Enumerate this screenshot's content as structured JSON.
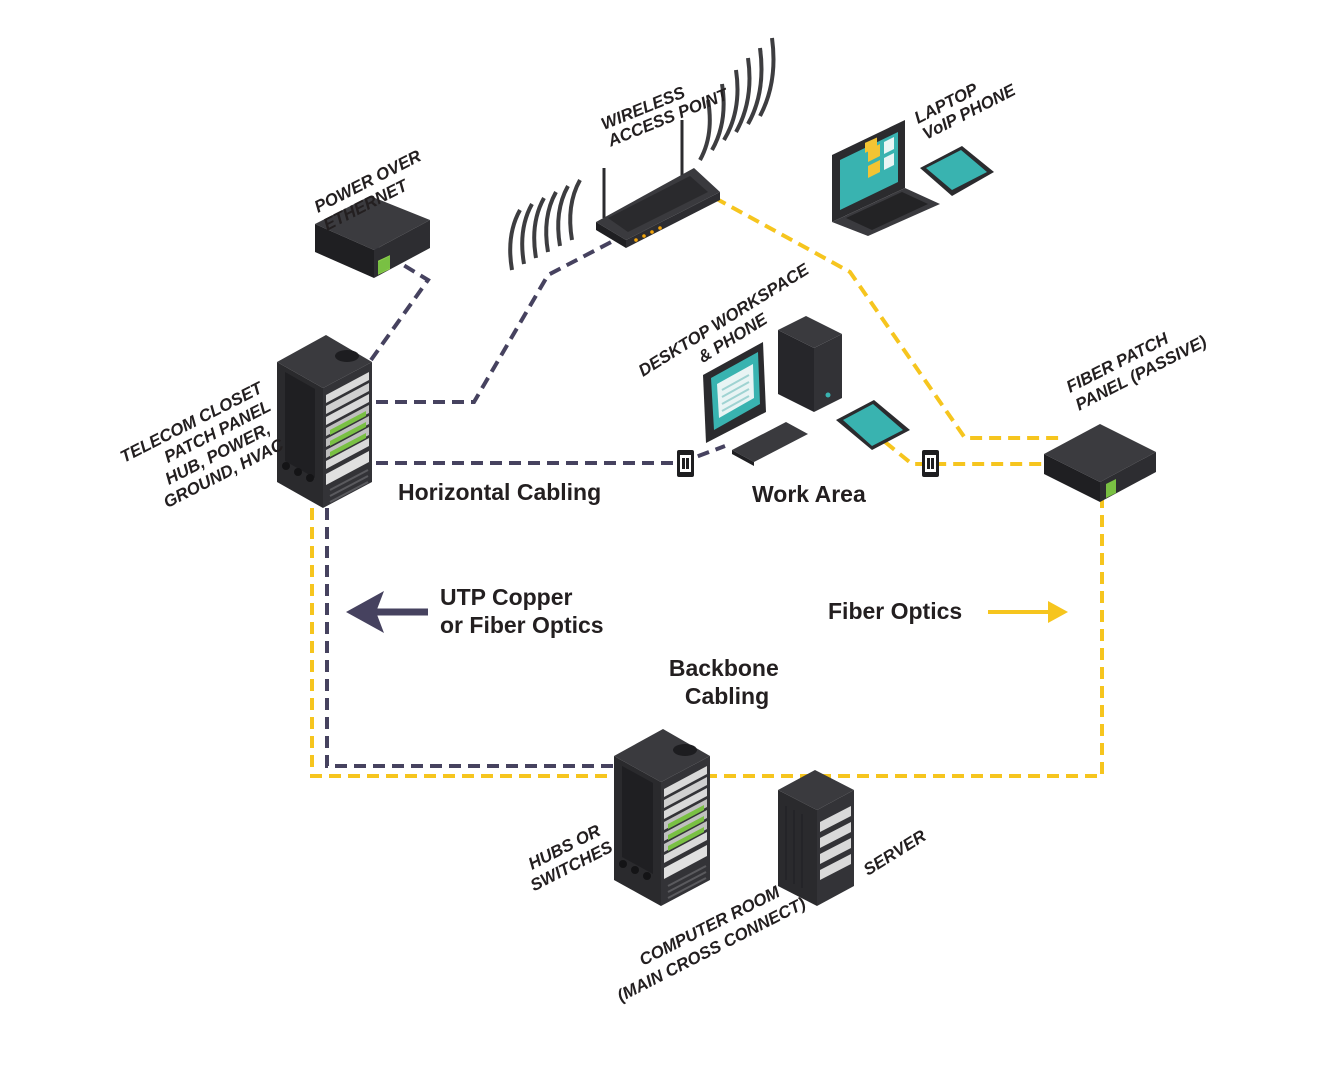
{
  "labels": {
    "poe": [
      "POWER OVER",
      "ETHERNET"
    ],
    "wap": [
      "WIRELESS",
      "ACCESS POINT"
    ],
    "laptop": [
      "LAPTOP",
      "VoIP PHONE"
    ],
    "desktop": [
      "DESKTOP WORKSPACE",
      "& PHONE"
    ],
    "fiber_panel": [
      "FIBER PATCH",
      "PANEL (PASSIVE)"
    ],
    "telecom": [
      "TELECOM CLOSET",
      "PATCH PANEL",
      "HUB, POWER,",
      "GROUND, HVAC"
    ],
    "hubs": [
      "HUBS OR",
      "SWITCHES"
    ],
    "server": "SERVER",
    "computer_room": [
      "COMPUTER ROOM",
      "(MAIN CROSS CONNECT)"
    ]
  },
  "headings": {
    "horizontal": "Horizontal Cabling",
    "work_area": "Work Area",
    "utp": [
      "UTP Copper",
      "or Fiber Optics"
    ],
    "fiber": "Fiber Optics",
    "backbone": [
      "Backbone",
      "Cabling"
    ]
  },
  "colors": {
    "copper_cable": "#46425f",
    "fiber_cable": "#f6c51e",
    "device_dark": "#2b2b2e",
    "screen_teal": "#39b3b0"
  },
  "icons": [
    "poe-injector-icon",
    "wireless-router-icon",
    "laptop-icon",
    "tablet-phone-icon",
    "desktop-monitor-icon",
    "pc-tower-icon",
    "keyboard-icon",
    "wall-jack-icon",
    "rack-cabinet-icon",
    "fiber-patch-panel-icon",
    "server-icon",
    "arrow-left-icon",
    "arrow-right-icon",
    "wifi-waves-icon"
  ]
}
